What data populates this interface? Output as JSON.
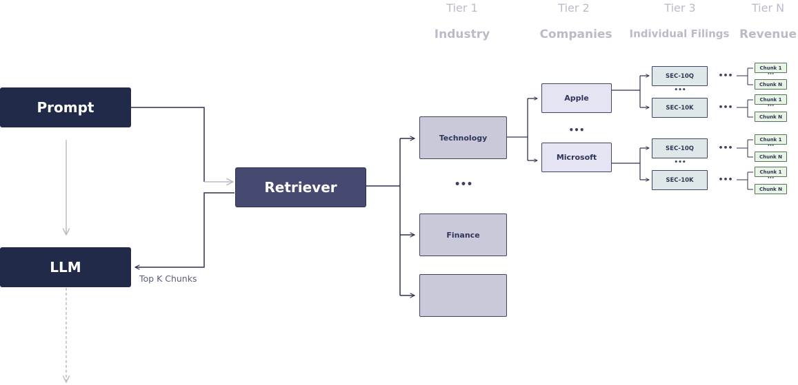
{
  "tiers": [
    {
      "tier": "Tier 1",
      "category": "Industry"
    },
    {
      "tier": "Tier 2",
      "category": "Companies"
    },
    {
      "tier": "Tier 3",
      "category": "Individual Filings"
    },
    {
      "tier": "Tier N",
      "category": "Revenue"
    }
  ],
  "nodes": {
    "prompt": "Prompt",
    "llm": "LLM",
    "retriever": "Retriever",
    "top_k": "Top K Chunks",
    "industries": [
      "Technology",
      "Finance",
      ""
    ],
    "companies": [
      "Apple",
      "Microsoft"
    ],
    "filings": [
      "SEC-10Q",
      "SEC-10K",
      "SEC-10Q",
      "SEC-10K"
    ],
    "chunk_first": "Chunk 1",
    "chunk_last": "Chunk N",
    "ellipsis": "•••"
  },
  "colors": {
    "dark_node": "#222a4a",
    "retriever": "#474a70",
    "industry": "#c9c9da",
    "company": "#e4e4f3",
    "filing": "#dfe8e8",
    "chunk": "#e8f4e4",
    "header": "#b9bcc8"
  }
}
